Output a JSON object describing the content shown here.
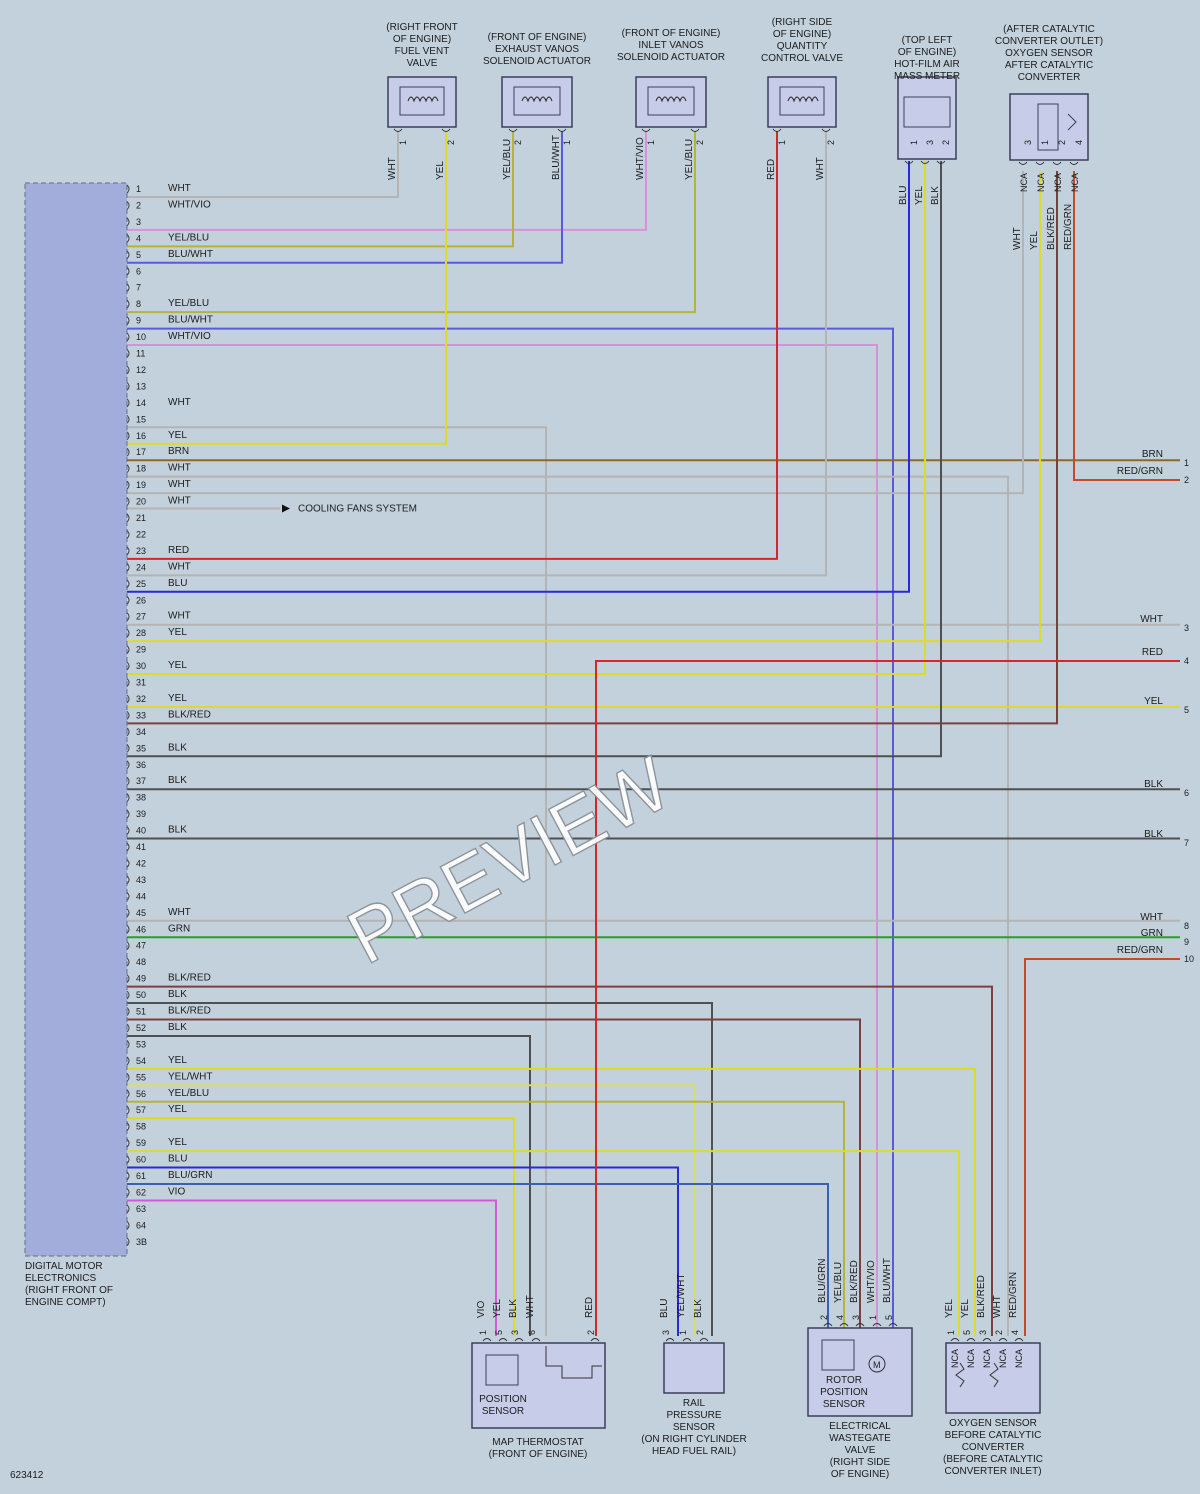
{
  "colors": {
    "background": "#c3d1dc",
    "ecu_fill": "#a2addb",
    "wire": {
      "WHT": "#b4b4b4",
      "YEL": "#dcdc28",
      "BLU": "#2828dc",
      "RED": "#d22828",
      "BLK": "#505050",
      "VIO": "#d25ad2",
      "BRN": "#8a6a28",
      "GRN": "#28a028",
      "WHT/VIO": "#d692d6",
      "YEL/BLU": "#b4b438",
      "BLU/WHT": "#5a5adc",
      "BLK/RED": "#7a4040",
      "RED/GRN": "#c44a28",
      "YEL/WHT": "#dcdc64",
      "BLU/GRN": "#3a60b4"
    }
  },
  "icons": {
    "solenoid": "coil-icon",
    "motor": "motor-icon",
    "heater": "heater-element-icon",
    "arrow": "arrow-right-icon"
  },
  "ecu": {
    "caption": [
      "DIGITAL MOTOR",
      "ELECTRONICS",
      "(RIGHT FRONT OF",
      "ENGINE COMPT)"
    ],
    "pins": [
      {
        "n": "1",
        "c": "WHT"
      },
      {
        "n": "2",
        "c": "WHT/VIO"
      },
      {
        "n": "3",
        "c": ""
      },
      {
        "n": "4",
        "c": "YEL/BLU"
      },
      {
        "n": "5",
        "c": "BLU/WHT"
      },
      {
        "n": "6",
        "c": ""
      },
      {
        "n": "7",
        "c": ""
      },
      {
        "n": "8",
        "c": "YEL/BLU"
      },
      {
        "n": "9",
        "c": "BLU/WHT"
      },
      {
        "n": "10",
        "c": "WHT/VIO"
      },
      {
        "n": "11",
        "c": ""
      },
      {
        "n": "12",
        "c": ""
      },
      {
        "n": "13",
        "c": ""
      },
      {
        "n": "14",
        "c": "WHT"
      },
      {
        "n": "15",
        "c": ""
      },
      {
        "n": "16",
        "c": "YEL"
      },
      {
        "n": "17",
        "c": "BRN"
      },
      {
        "n": "18",
        "c": "WHT"
      },
      {
        "n": "19",
        "c": "WHT"
      },
      {
        "n": "20",
        "c": "WHT"
      },
      {
        "n": "21",
        "c": ""
      },
      {
        "n": "22",
        "c": ""
      },
      {
        "n": "23",
        "c": "RED"
      },
      {
        "n": "24",
        "c": "WHT"
      },
      {
        "n": "25",
        "c": "BLU"
      },
      {
        "n": "26",
        "c": ""
      },
      {
        "n": "27",
        "c": "WHT"
      },
      {
        "n": "28",
        "c": "YEL"
      },
      {
        "n": "29",
        "c": ""
      },
      {
        "n": "30",
        "c": "YEL"
      },
      {
        "n": "31",
        "c": ""
      },
      {
        "n": "32",
        "c": "YEL"
      },
      {
        "n": "33",
        "c": "BLK/RED"
      },
      {
        "n": "34",
        "c": ""
      },
      {
        "n": "35",
        "c": "BLK"
      },
      {
        "n": "36",
        "c": ""
      },
      {
        "n": "37",
        "c": "BLK"
      },
      {
        "n": "38",
        "c": ""
      },
      {
        "n": "39",
        "c": ""
      },
      {
        "n": "40",
        "c": "BLK"
      },
      {
        "n": "41",
        "c": ""
      },
      {
        "n": "42",
        "c": ""
      },
      {
        "n": "43",
        "c": ""
      },
      {
        "n": "44",
        "c": ""
      },
      {
        "n": "45",
        "c": "WHT"
      },
      {
        "n": "46",
        "c": "GRN"
      },
      {
        "n": "47",
        "c": ""
      },
      {
        "n": "48",
        "c": ""
      },
      {
        "n": "49",
        "c": "BLK/RED"
      },
      {
        "n": "50",
        "c": "BLK"
      },
      {
        "n": "51",
        "c": "BLK/RED"
      },
      {
        "n": "52",
        "c": "BLK"
      },
      {
        "n": "53",
        "c": ""
      },
      {
        "n": "54",
        "c": "YEL"
      },
      {
        "n": "55",
        "c": "YEL/WHT"
      },
      {
        "n": "56",
        "c": "YEL/BLU"
      },
      {
        "n": "57",
        "c": "YEL"
      },
      {
        "n": "58",
        "c": ""
      },
      {
        "n": "59",
        "c": "YEL"
      },
      {
        "n": "60",
        "c": "BLU"
      },
      {
        "n": "61",
        "c": "BLU/GRN"
      },
      {
        "n": "62",
        "c": "VIO"
      },
      {
        "n": "63",
        "c": ""
      },
      {
        "n": "64",
        "c": ""
      },
      {
        "n": "3B",
        "c": ""
      }
    ]
  },
  "cooling_fans_ref": "COOLING FANS SYSTEM",
  "right_connector": [
    {
      "n": "1",
      "c": "BRN"
    },
    {
      "n": "2",
      "c": "RED/GRN"
    },
    {
      "n": "3",
      "c": "WHT"
    },
    {
      "n": "4",
      "c": "RED"
    },
    {
      "n": "5",
      "c": "YEL"
    },
    {
      "n": "6",
      "c": "BLK"
    },
    {
      "n": "7",
      "c": "BLK"
    },
    {
      "n": "8",
      "c": "WHT"
    },
    {
      "n": "9",
      "c": "GRN"
    },
    {
      "n": "10",
      "c": "RED/GRN"
    }
  ],
  "top_components": [
    {
      "id": "fuel-vent-valve",
      "caption": [
        "(RIGHT FRONT",
        "OF ENGINE)",
        "FUEL VENT",
        "VALVE"
      ],
      "pins": [
        {
          "n": "1",
          "c": "WHT"
        },
        {
          "n": "2",
          "c": "YEL"
        }
      ]
    },
    {
      "id": "exhaust-vanos",
      "caption": [
        "(FRONT OF ENGINE)",
        "EXHAUST VANOS",
        "SOLENOID ACTUATOR"
      ],
      "pins": [
        {
          "n": "2",
          "c": "YEL/BLU"
        },
        {
          "n": "1",
          "c": "BLU/WHT"
        }
      ]
    },
    {
      "id": "inlet-vanos",
      "caption": [
        "(FRONT OF ENGINE)",
        "INLET VANOS",
        "SOLENOID ACTUATOR"
      ],
      "pins": [
        {
          "n": "1",
          "c": "WHT/VIO"
        },
        {
          "n": "2",
          "c": "YEL/BLU"
        }
      ]
    },
    {
      "id": "quantity-control-valve",
      "caption": [
        "(RIGHT SIDE",
        "OF ENGINE)",
        "QUANTITY",
        "CONTROL VALVE"
      ],
      "pins": [
        {
          "n": "1",
          "c": "RED"
        },
        {
          "n": "2",
          "c": "WHT"
        }
      ]
    },
    {
      "id": "air-mass-meter",
      "caption": [
        "(TOP LEFT",
        "OF ENGINE)",
        "HOT-FILM AIR",
        "MASS METER"
      ],
      "pins": [
        {
          "n": "1",
          "c": "BLU"
        },
        {
          "n": "3",
          "c": "YEL"
        },
        {
          "n": "2",
          "c": "BLK"
        }
      ]
    },
    {
      "id": "oxygen-sensor-after",
      "caption": [
        "(AFTER CATALYTIC",
        "CONVERTER OUTLET)",
        "OXYGEN SENSOR",
        "AFTER CATALYTIC",
        "CONVERTER"
      ],
      "pins": [
        {
          "n": "3",
          "c": "WHT",
          "t": "NCA"
        },
        {
          "n": "1",
          "c": "YEL",
          "t": "NCA"
        },
        {
          "n": "2",
          "c": "BLK/RED",
          "t": "NCA"
        },
        {
          "n": "4",
          "c": "RED/GRN",
          "t": "NCA"
        }
      ]
    }
  ],
  "bottom_components": [
    {
      "id": "map-thermostat",
      "inner": [
        "POSITION",
        "SENSOR"
      ],
      "caption": [
        "MAP THERMOSTAT",
        "(FRONT OF ENGINE)"
      ],
      "pins": [
        {
          "n": "1",
          "c": "VIO"
        },
        {
          "n": "5",
          "c": "YEL"
        },
        {
          "n": "3",
          "c": "BLK"
        },
        {
          "n": "6",
          "c": "WHT"
        },
        {
          "n": "2",
          "c": "RED"
        }
      ]
    },
    {
      "id": "rail-pressure-sensor",
      "caption": [
        "RAIL",
        "PRESSURE",
        "SENSOR",
        "(ON RIGHT CYLINDER",
        "HEAD FUEL RAIL)"
      ],
      "pins": [
        {
          "n": "3",
          "c": "BLU"
        },
        {
          "n": "1",
          "c": "YEL/WHT"
        },
        {
          "n": "2",
          "c": "BLK"
        }
      ]
    },
    {
      "id": "wastegate-valve",
      "inner": [
        "ROTOR",
        "POSITION",
        "SENSOR"
      ],
      "caption": [
        "ELECTRICAL",
        "WASTEGATE",
        "VALVE",
        "(RIGHT SIDE",
        "OF ENGINE)"
      ],
      "pins": [
        {
          "n": "2",
          "c": "BLU/GRN"
        },
        {
          "n": "4",
          "c": "YEL/BLU"
        },
        {
          "n": "3",
          "c": "BLK/RED"
        },
        {
          "n": "1",
          "c": "WHT/VIO"
        },
        {
          "n": "5",
          "c": "BLU/WHT"
        }
      ]
    },
    {
      "id": "oxygen-sensor-before",
      "caption": [
        "OXYGEN SENSOR",
        "BEFORE CATALYTIC",
        "CONVERTER",
        "(BEFORE CATALYTIC",
        "CONVERTER INLET)"
      ],
      "pins": [
        {
          "n": "1",
          "c": "YEL",
          "t": "NCA"
        },
        {
          "n": "5",
          "c": "YEL",
          "t": "NCA"
        },
        {
          "n": "3",
          "c": "BLK/RED",
          "t": "NCA"
        },
        {
          "n": "2",
          "c": "WHT",
          "t": "NCA"
        },
        {
          "n": "4",
          "c": "RED/GRN",
          "t": "NCA"
        }
      ]
    }
  ],
  "figure_id": "623412",
  "watermark": "PREVIEW"
}
